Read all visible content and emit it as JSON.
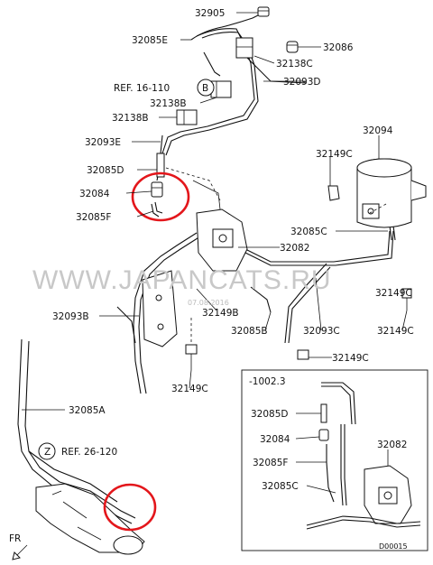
{
  "labels": {
    "l32905": "32905",
    "l32085E": "32085E",
    "l32086": "32086",
    "l32138C": "32138C",
    "ref_16_110": "REF. 16-110",
    "ref_B": "B",
    "l32093D": "32093D",
    "l32138B": "32138B",
    "l32093E": "32093E",
    "l32094": "32094",
    "l32085D": "32085D",
    "l32149C": "32149C",
    "l32084": "32084",
    "l32085F": "32085F",
    "l32085C": "32085C",
    "l32082": "32082",
    "l32093B": "32093B",
    "l32149B": "32149B",
    "l32085B": "32085B",
    "l32093C": "32093C",
    "l32085A": "32085A",
    "ref_Z": "Z",
    "ref_26_120": "REF. 26-120",
    "fr": "FR"
  },
  "inset": {
    "range": "-1002.3"
  },
  "watermark": "WWW.JAPANCATS.RU",
  "stamp": "07.08.2016",
  "diagram_id": "D00015",
  "colors": {
    "line": "#111111",
    "highlight": "#e3161b",
    "watermark": "#c8c8c8"
  }
}
